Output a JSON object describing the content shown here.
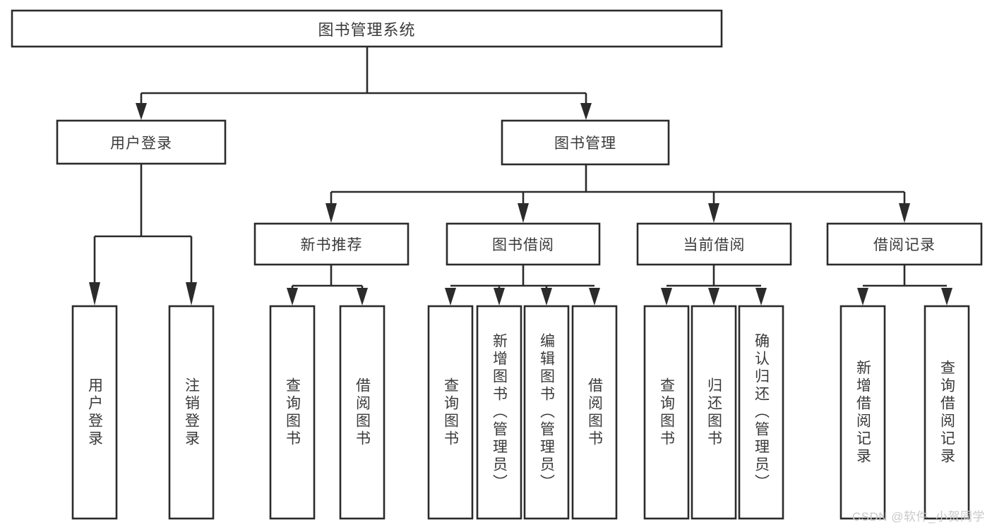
{
  "diagram": {
    "type": "tree",
    "title": "图书管理系统",
    "root": {
      "id": "root",
      "label": "图书管理系统"
    },
    "level1": [
      {
        "id": "user-login",
        "label": "用户登录"
      },
      {
        "id": "book-manage",
        "label": "图书管理"
      }
    ],
    "level2": [
      {
        "id": "new-book-recommend",
        "label": "新书推荐",
        "parent": "book-manage"
      },
      {
        "id": "book-borrow",
        "label": "图书借阅",
        "parent": "book-manage"
      },
      {
        "id": "current-borrow",
        "label": "当前借阅",
        "parent": "book-manage"
      },
      {
        "id": "borrow-record",
        "label": "借阅记录",
        "parent": "book-manage"
      }
    ],
    "leaves": {
      "user-login": [
        {
          "id": "leaf-user-login",
          "label": "用户登录"
        },
        {
          "id": "leaf-user-logout",
          "label": "注销登录"
        }
      ],
      "new-book-recommend": [
        {
          "id": "leaf-query-book-1",
          "label": "查询图书"
        },
        {
          "id": "leaf-borrow-book-1",
          "label": "借阅图书"
        }
      ],
      "book-borrow": [
        {
          "id": "leaf-query-book-2",
          "label": "查询图书"
        },
        {
          "id": "leaf-add-book",
          "label": "新增图书（管理员）"
        },
        {
          "id": "leaf-edit-book",
          "label": "编辑图书（管理员）"
        },
        {
          "id": "leaf-borrow-book-2",
          "label": "借阅图书"
        }
      ],
      "current-borrow": [
        {
          "id": "leaf-query-book-3",
          "label": "查询图书"
        },
        {
          "id": "leaf-return-book",
          "label": "归还图书"
        },
        {
          "id": "leaf-confirm-return",
          "label": "确认归还（管理员）"
        }
      ],
      "borrow-record": [
        {
          "id": "leaf-add-record",
          "label": "新增借阅记录"
        },
        {
          "id": "leaf-query-record",
          "label": "查询借阅记录"
        }
      ]
    }
  },
  "watermark": {
    "text": "CSDN @软件_小贺同学"
  },
  "colors": {
    "box_stroke": "#2b2b2b",
    "box_fill": "#ffffff",
    "text": "#3a3a3a",
    "watermark": "#c9c9c9",
    "background": "#ffffff"
  }
}
